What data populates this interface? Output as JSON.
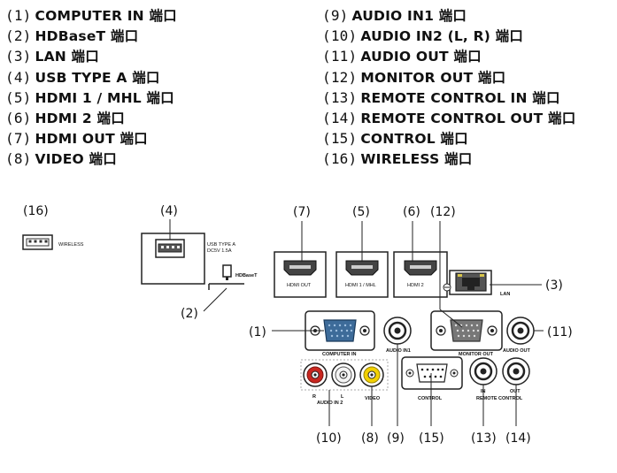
{
  "legend": {
    "left": [
      {
        "num": "(1)",
        "label": "COMPUTER IN 端口"
      },
      {
        "num": "(2)",
        "label": "HDBaseT 端口"
      },
      {
        "num": "(3)",
        "label": "LAN 端口"
      },
      {
        "num": "(4)",
        "label": "USB TYPE A 端口"
      },
      {
        "num": "(5)",
        "label": "HDMI 1 / MHL 端口"
      },
      {
        "num": "(6)",
        "label": "HDMI 2 端口"
      },
      {
        "num": "(7)",
        "label": "HDMI OUT 端口"
      },
      {
        "num": "(8)",
        "label": "VIDEO 端口"
      }
    ],
    "right": [
      {
        "num": "(9)",
        "label": "AUDIO IN1 端口"
      },
      {
        "num": "(10)",
        "label": "AUDIO IN2 (L, R) 端口"
      },
      {
        "num": "(11)",
        "label": "AUDIO OUT 端口"
      },
      {
        "num": "(12)",
        "label": "MONITOR OUT 端口"
      },
      {
        "num": "(13)",
        "label": "REMOTE CONTROL IN 端口"
      },
      {
        "num": "(14)",
        "label": "REMOTE CONTROL OUT 端口"
      },
      {
        "num": "(15)",
        "label": "CONTROL 端口"
      },
      {
        "num": "(16)",
        "label": "WIRELESS 端口"
      }
    ]
  },
  "callouts": {
    "c1": "(1)",
    "c2": "(2)",
    "c3": "(3)",
    "c4": "(4)",
    "c5": "(5)",
    "c6": "(6)",
    "c7": "(7)",
    "c8": "(8)",
    "c9": "(9)",
    "c10": "(10)",
    "c11": "(11)",
    "c12": "(12)",
    "c13": "(13)",
    "c14": "(14)",
    "c15": "(15)",
    "c16": "(16)"
  },
  "panel_labels": {
    "wireless": "WIRELESS",
    "usb_type_a_1": "USB TYPE A",
    "usb_type_a_2": "DC5V 1.5A",
    "hdbaset": "HDBaseT",
    "hdmi_out": "HDMI OUT",
    "hdmi1_mhl": "HDMI 1 / MHL",
    "hdmi2": "HDMI 2",
    "lan": "LAN",
    "computer_in": "COMPUTER IN",
    "audio_in1": "AUDIO IN1",
    "monitor_out": "MONITOR OUT",
    "audio_out": "AUDIO OUT",
    "r": "R",
    "l": "L",
    "audio_in2": "AUDIO IN 2",
    "video": "VIDEO",
    "control": "CONTROL",
    "in": "IN",
    "out": "OUT",
    "remote_control": "REMOTE CONTROL"
  }
}
